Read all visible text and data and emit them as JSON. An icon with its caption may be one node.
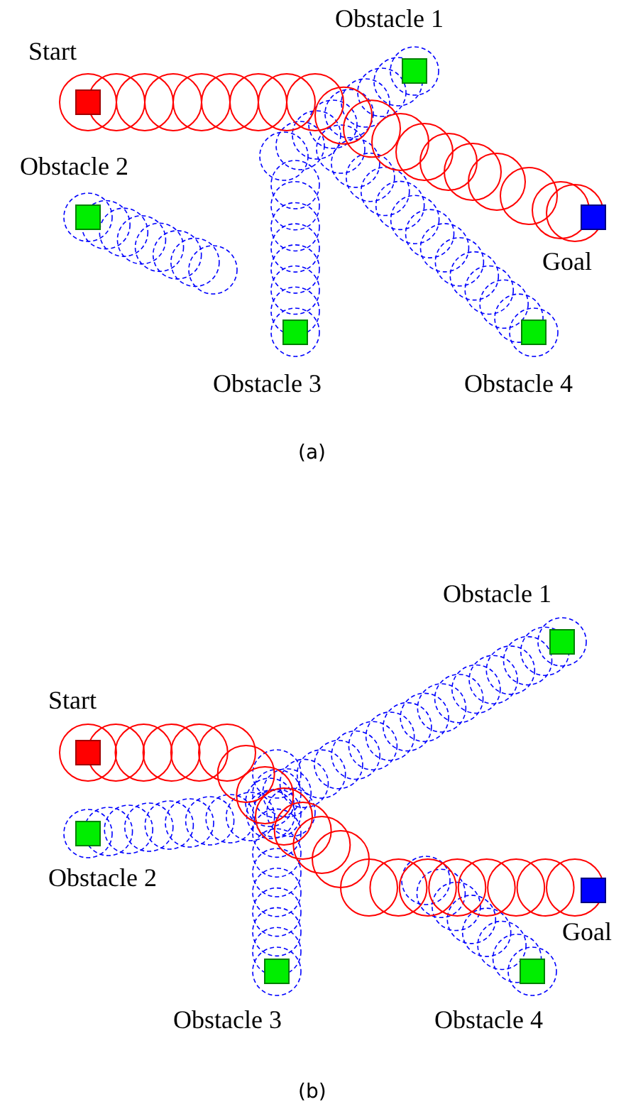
{
  "diagram": {
    "nodes": [
      {
        "text": [],
        "shape": "box",
        "beside": [
          "Start"
        ]
      },
      {
        "text": [],
        "shape": "box",
        "beside": [
          "Obstacle 1"
        ]
      },
      {
        "text": [],
        "shape": "box",
        "beside": [
          "Obstacle 2"
        ]
      },
      {
        "text": [],
        "shape": "box",
        "beside": [
          "Goal"
        ]
      },
      {
        "text": [],
        "shape": "box",
        "beside": [
          "Obstacle 3"
        ]
      },
      {
        "text": [],
        "shape": "box",
        "beside": [
          "Obstacle 4"
        ]
      },
      {
        "text": [],
        "shape": "box",
        "beside": [
          "Obstacle 1"
        ]
      },
      {
        "text": [],
        "shape": "box",
        "beside": [
          "Start"
        ]
      },
      {
        "text": [],
        "shape": "box",
        "beside": [
          "Obstacle 2"
        ]
      },
      {
        "text": [],
        "shape": "box",
        "beside": [
          "Goal"
        ]
      },
      {
        "text": [],
        "shape": "box",
        "beside": [
          "Obstacle 3"
        ]
      },
      {
        "text": [],
        "shape": "box",
        "beside": [
          "Obstacle 4"
        ]
      }
    ],
    "labels": [
      "(a)",
      "(b)"
    ]
  }
}
